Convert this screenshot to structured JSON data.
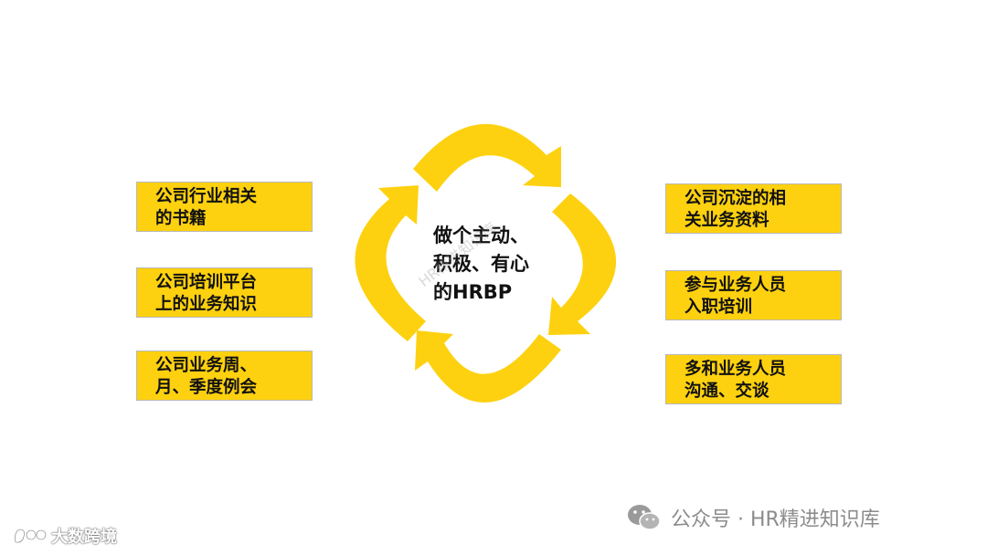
{
  "center": {
    "text": "做个主动、\n积极、有心\n的HRBP",
    "watermark": "HR精进知识库"
  },
  "left_boxes": [
    "公司行业相关\n的书籍",
    "公司培训平台\n上的业务知识",
    "公司业务周、\n月、季度例会"
  ],
  "right_boxes": [
    "公司沉淀的相\n关业务资料",
    "参与业务人员\n入职培训",
    "多和业务人员\n沟通、交谈"
  ],
  "footer": {
    "wechat_label": "公众号 · HR精进知识库",
    "brand_label": "大数跨境"
  },
  "colors": {
    "box_fill": "#FDD10F",
    "arrow_fill": "#FDD10F"
  },
  "icons": [
    "wechat-icon",
    "brand-logo-icon"
  ]
}
